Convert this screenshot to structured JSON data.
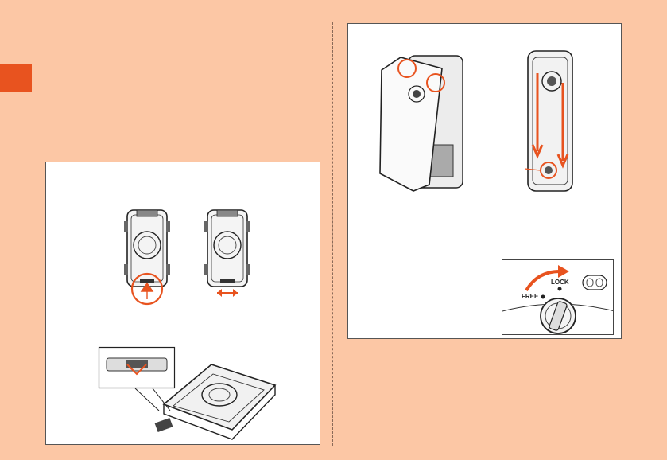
{
  "colors": {
    "page_background": "#fcc7a5",
    "accent": "#e8531f",
    "panel_border": "#555555",
    "divider": "#8a6a58"
  },
  "lock_inset": {
    "free_label": "FREE",
    "lock_label": "LOCK"
  },
  "icons": [
    "phone-back-illustration",
    "phone-open-illustration",
    "battery-cover-illustration",
    "rotate-arrow-icon",
    "double-arrow-icon",
    "up-arrow-icon",
    "slide-down-arrow-icon"
  ]
}
